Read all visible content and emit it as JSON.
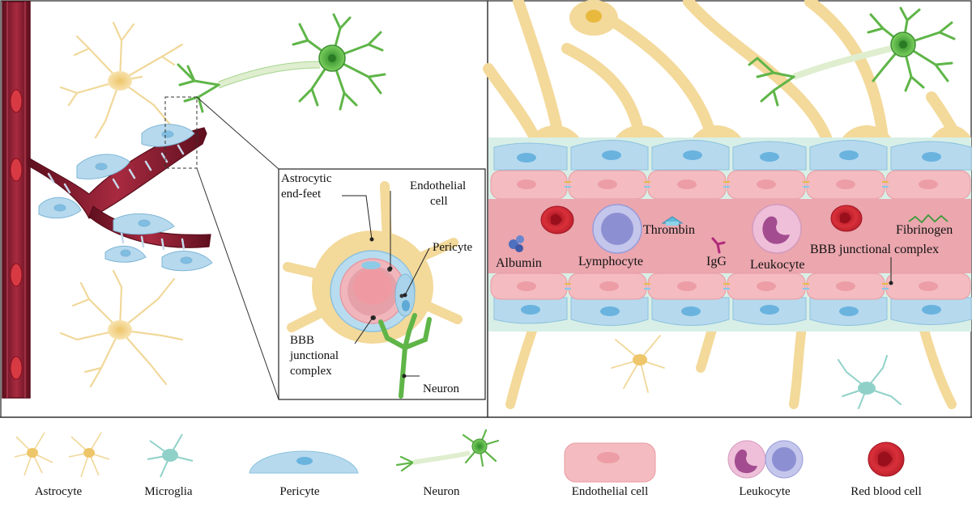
{
  "figure": {
    "inset_labels": {
      "astro_line1": "Astrocytic",
      "astro_line2": "end-feet",
      "endo_line1": "Endothelial",
      "endo_line2": "cell",
      "pericyte": "Pericyte",
      "bbb_line1": "BBB",
      "bbb_line2": "junctional",
      "bbb_line3": "complex",
      "neuron": "Neuron"
    },
    "vessel_labels": {
      "thrombin": "Thrombin",
      "fibrinogen": "Fibrinogen",
      "albumin": "Albumin",
      "lymphocyte": "Lymphocyte",
      "igg": "IgG",
      "leukocyte": "Leukocyte",
      "bbb_junctional": "BBB junctional complex"
    },
    "legend": {
      "astrocyte": "Astrocyte",
      "microglia": "Microglia",
      "pericyte": "Pericyte",
      "neuron": "Neuron",
      "endothelial": "Endothelial cell",
      "leukocyte": "Leukocyte",
      "rbc": "Red blood cell"
    },
    "colors": {
      "vessel": "#8b1a2e",
      "astrocyte": "#f3d99a",
      "neuron": "#5fb548",
      "pericyte": "#a9d3ea",
      "endothelial": "#f2b8bc",
      "lumen": "#e9a3ab",
      "rbc": "#c9242f",
      "microglia": "#8fd1c8"
    }
  }
}
